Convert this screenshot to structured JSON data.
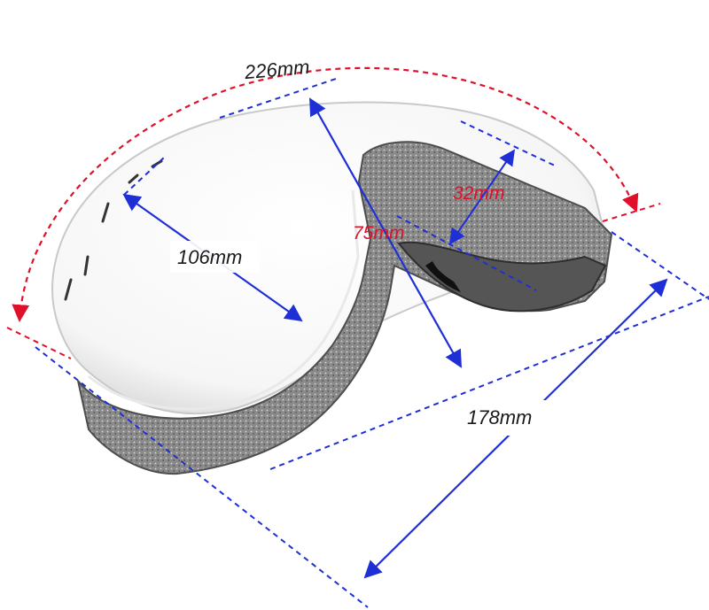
{
  "dimensions": {
    "overall_arc": "226mm",
    "lens_height": "106mm",
    "strap_mount": "32mm",
    "frame_depth": "75mm",
    "overall_width": "178mm"
  },
  "colors": {
    "dimension_blue": "#1f2fd6",
    "dimension_red": "#e0102a",
    "frame_gray": "#6f6f6f",
    "label_dark": "#1a1a1a"
  }
}
